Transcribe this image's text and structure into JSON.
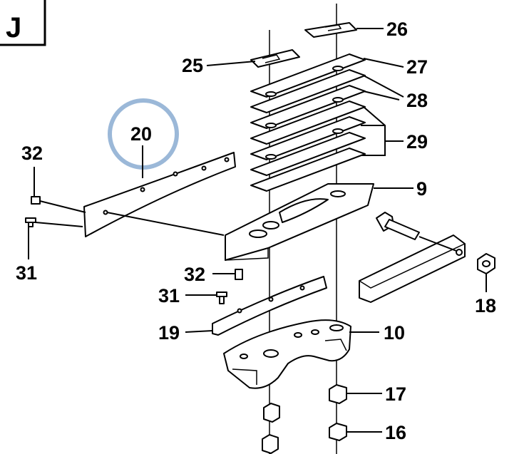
{
  "section_label": "J",
  "highlight": {
    "color": "#9bb8d8",
    "target_callout": "20"
  },
  "callouts": {
    "c26": "26",
    "c25": "25",
    "c27": "27",
    "c28": "28",
    "c29": "29",
    "c20": "20",
    "c32a": "32",
    "c9": "9",
    "c31a": "31",
    "c32b": "32",
    "c18": "18",
    "c31b": "31",
    "c19": "19",
    "c10": "10",
    "c17": "17",
    "c16": "16"
  }
}
